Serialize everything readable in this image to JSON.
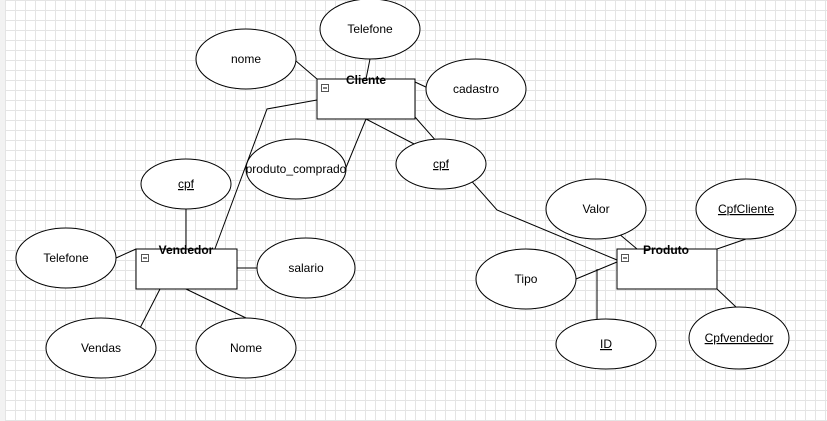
{
  "colors": {
    "line": "#000000",
    "shape_fill": "#ffffff",
    "grid": "#e4e4e4",
    "text": "#000000"
  },
  "entities": [
    {
      "id": "cliente",
      "label": "Cliente"
    },
    {
      "id": "vendedor",
      "label": "Vendedor"
    },
    {
      "id": "produto",
      "label": "Produto"
    }
  ],
  "attributes": [
    {
      "id": "cliente-telefone",
      "label": "Telefone",
      "key": false
    },
    {
      "id": "cliente-nome",
      "label": "nome",
      "key": false
    },
    {
      "id": "cliente-cadastro",
      "label": "cadastro",
      "key": false
    },
    {
      "id": "produto-comprado",
      "label": "produto_comprado",
      "key": false
    },
    {
      "id": "cliente-cpf",
      "label": "cpf",
      "key": true
    },
    {
      "id": "vendedor-cpf",
      "label": "cpf",
      "key": true
    },
    {
      "id": "vendedor-telefone",
      "label": "Telefone",
      "key": false
    },
    {
      "id": "vendedor-salario",
      "label": "salario",
      "key": false
    },
    {
      "id": "vendedor-vendas",
      "label": "Vendas",
      "key": false
    },
    {
      "id": "vendedor-nome",
      "label": "Nome",
      "key": false
    },
    {
      "id": "produto-valor",
      "label": "Valor",
      "key": false
    },
    {
      "id": "produto-cpfcliente",
      "label": "CpfCliente",
      "key": true
    },
    {
      "id": "produto-tipo",
      "label": "Tipo",
      "key": false
    },
    {
      "id": "produto-id",
      "label": "ID",
      "key": true
    },
    {
      "id": "produto-cpfvendedor",
      "label": "Cpfvendedor",
      "key": true
    }
  ],
  "collapse_icon": "collapse-minus-icon"
}
